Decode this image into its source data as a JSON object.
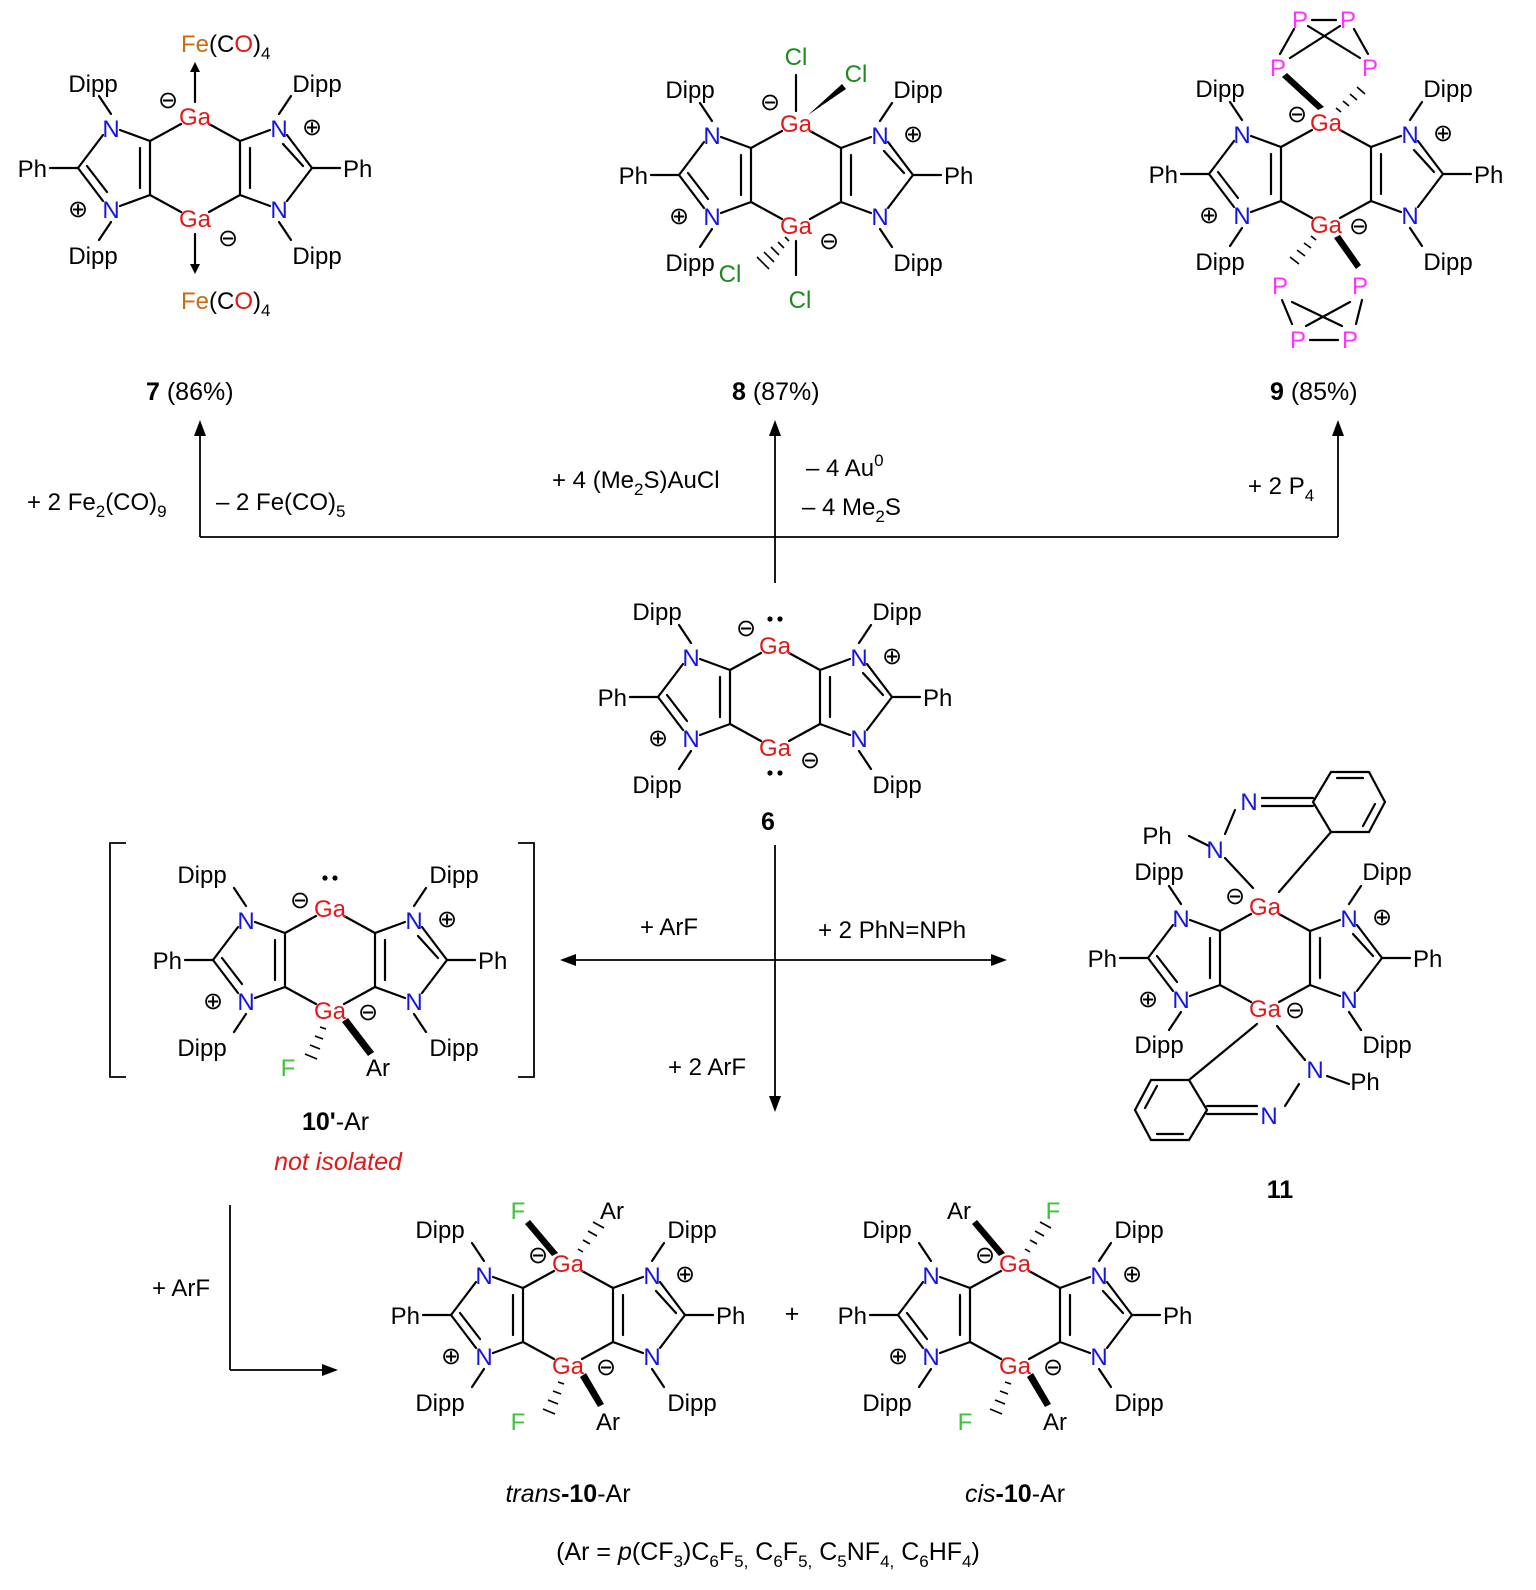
{
  "atoms": {
    "N": "N",
    "Ga": "Ga",
    "Ph": "Ph",
    "Dipp": "Dipp",
    "Fe": "Fe",
    "C": "C",
    "O": "O",
    "Cl": "Cl",
    "F": "F",
    "P": "P",
    "Ar": "Ar",
    "plus": "⊕",
    "minus": "⊖",
    "open": "(",
    "close": ")",
    "four": "4"
  },
  "compounds": {
    "c7": {
      "num": "7",
      "yield": " (86%)"
    },
    "c8": {
      "num": "8",
      "yield": " (87%)"
    },
    "c9": {
      "num": "9",
      "yield": "  (85%)"
    },
    "c6": {
      "num": "6"
    },
    "c11": {
      "num": "11"
    },
    "c10p": {
      "num": "10'",
      "suffix": "-Ar",
      "note": "not isolated"
    },
    "trans": {
      "prefix": "trans",
      "num": "-10",
      "suffix": "-Ar"
    },
    "cis": {
      "prefix": "cis",
      "num": "-10",
      "suffix": "-Ar"
    }
  },
  "reagents": {
    "fe_a": "+ 2 Fe",
    "fe_a_sub1": "2",
    "fe_a_mid": "(CO)",
    "fe_a_sub2": "9",
    "fe_b": "– 2 Fe(CO)",
    "fe_b_sub": "5",
    "au_a": "+ 4 (Me",
    "au_a_sub": "2",
    "au_a_end": "S)AuCl",
    "au_b": "– 4 Au",
    "au_b_sup": "0",
    "au_c": "– 4 Me",
    "au_c_sub": "2",
    "au_c_end": "S",
    "p4": "+ 2 P",
    "p4_sub": "4",
    "arf1": "+ ArF",
    "azo": "+ 2 PhN=NPh",
    "arf2": "+ 2 ArF",
    "arf3": "+ ArF",
    "plus_sign": "+"
  },
  "footnote": {
    "a": "(Ar = ",
    "b": "p",
    "c": "(CF",
    "c_sub": "3",
    "d": ")C",
    "d_sub": "6",
    "e": "F",
    "e_sub": "5,",
    "f": " C",
    "f_sub": "6",
    "g": "F",
    "g_sub": "5,",
    "h": " C",
    "h_sub": "5",
    "i": "NF",
    "i_sub": "4,",
    "j": " C",
    "j_sub": "6",
    "k": "HF",
    "k_sub": "4",
    "l": ")"
  }
}
